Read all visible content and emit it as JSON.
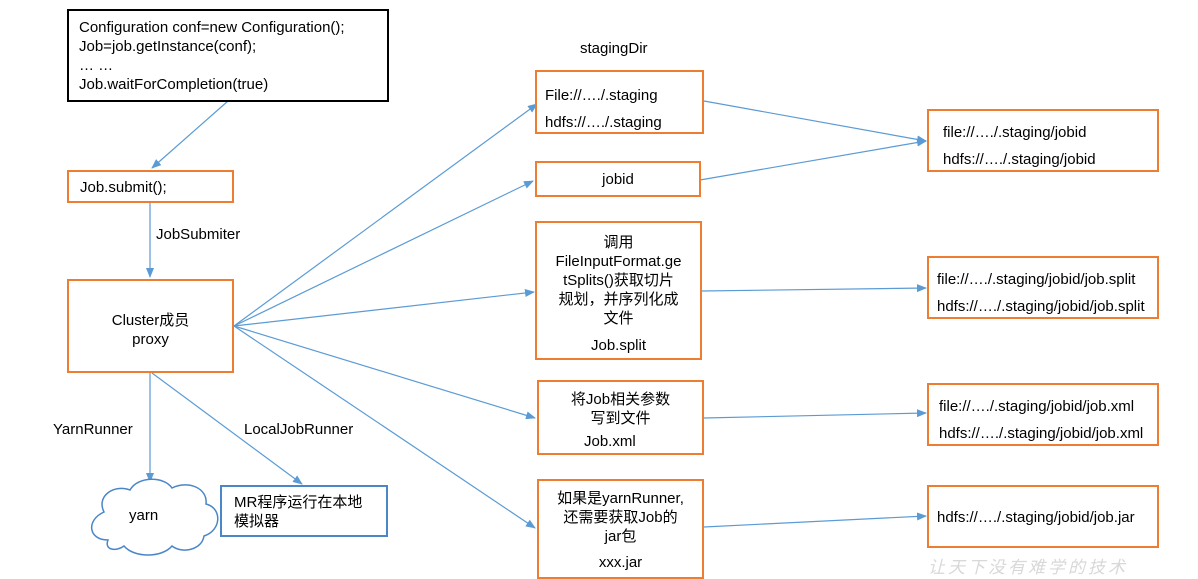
{
  "code_box": {
    "lines": [
      "Configuration conf=new Configuration();",
      "Job=job.getInstance(conf);",
      "… …",
      "Job.waitForCompletion(true)"
    ]
  },
  "submit_box": {
    "text": "Job.submit();"
  },
  "label_jobsubmiter": "JobSubmiter",
  "cluster_box": {
    "lines": [
      "Cluster成员",
      "proxy"
    ]
  },
  "label_yarnrunner": "YarnRunner",
  "label_localjobrunner": "LocalJobRunner",
  "yarn_cloud": {
    "text": "yarn"
  },
  "mr_box": {
    "lines": [
      "MR程序运行在本地",
      "模拟器"
    ]
  },
  "label_stagingdir": "stagingDir",
  "staging_box": {
    "lines": [
      "File://…./.staging",
      "hdfs://…./.staging"
    ]
  },
  "jobid_box": {
    "text": "jobid"
  },
  "split_box": {
    "lines": [
      "调用",
      "FileInputFormat.ge",
      "tSplits()获取切片",
      "规划，并序列化成",
      "文件"
    ],
    "footer": "Job.split"
  },
  "xml_box": {
    "lines": [
      "将Job相关参数",
      "写到文件"
    ],
    "footer": "Job.xml"
  },
  "jar_box": {
    "lines": [
      "如果是yarnRunner,",
      "还需要获取Job的",
      "jar包"
    ],
    "footer": "xxx.jar"
  },
  "jobid_path_box": {
    "lines": [
      "file://…./.staging/jobid",
      "hdfs://…./.staging/jobid"
    ]
  },
  "split_path_box": {
    "lines": [
      "file://…./.staging/jobid/job.split",
      "hdfs://…./.staging/jobid/job.split"
    ]
  },
  "xml_path_box": {
    "lines": [
      "file://…./.staging/jobid/job.xml",
      "hdfs://…./.staging/jobid/job.xml"
    ]
  },
  "jar_path_box": {
    "lines": [
      "hdfs://…./.staging/jobid/job.jar"
    ]
  },
  "watermark": "让天下没有难学的技术",
  "colors": {
    "box_border": "#ED7D31",
    "arrow": "#5B9BD5",
    "code_border": "#000000",
    "cloud": "#4A86C8"
  }
}
